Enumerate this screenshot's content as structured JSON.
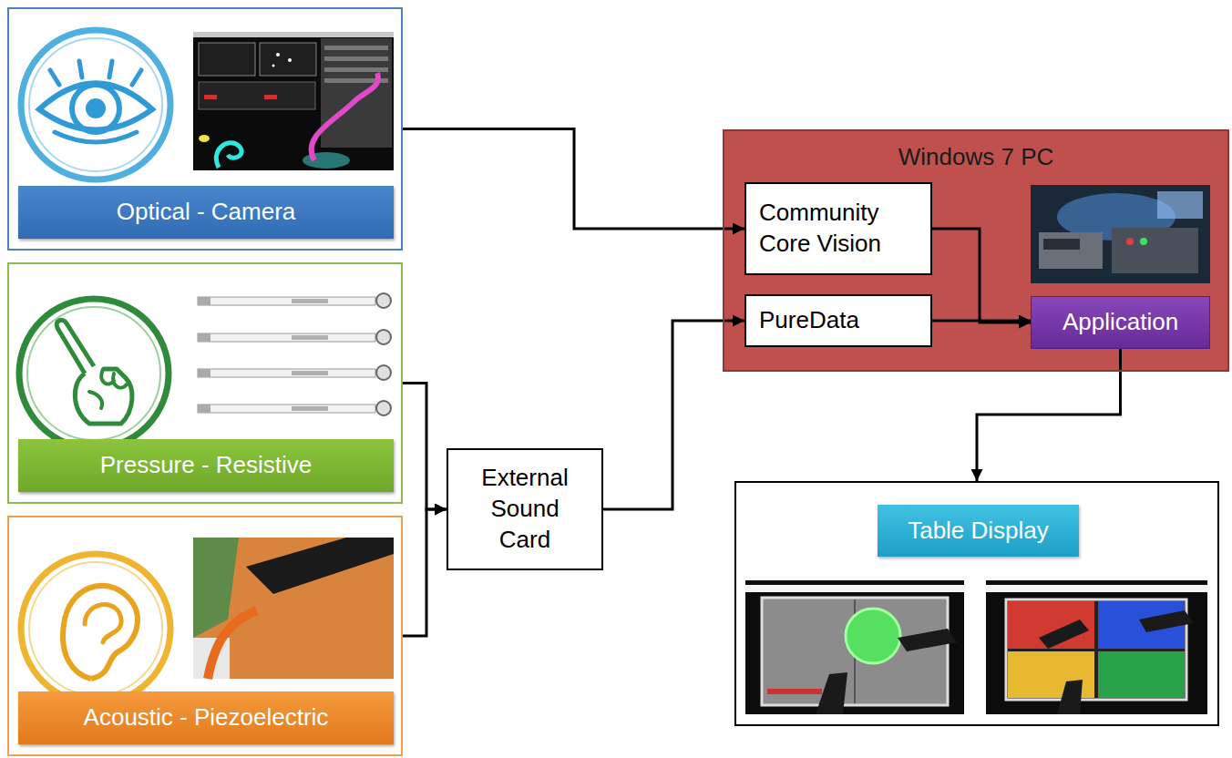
{
  "diagram": {
    "nodes": [
      {
        "text": [
          "Optical - Camera"
        ]
      },
      {
        "text": [
          "Pressure - Resistive"
        ]
      },
      {
        "text": [
          "Acoustic - Piezoelectric"
        ]
      },
      {
        "text": [
          "External Sound Card"
        ]
      },
      {
        "text": [
          "Windows 7 PC"
        ]
      },
      {
        "text": [
          "Community Core Vision"
        ],
        "in": 4
      },
      {
        "text": [
          "PureData"
        ],
        "in": 4
      },
      {
        "text": [
          "Application"
        ],
        "in": 4
      },
      {
        "text": [
          "Table Display"
        ]
      }
    ],
    "edges": [
      {
        "from": 0,
        "to": 5,
        "arrow": "to"
      },
      {
        "from": 1,
        "to": 3,
        "arrow": "to"
      },
      {
        "from": 2,
        "to": 3,
        "arrow": "to"
      },
      {
        "from": 3,
        "to": 6,
        "arrow": "to"
      },
      {
        "from": 5,
        "to": 7,
        "arrow": "to"
      },
      {
        "from": 6,
        "to": 7,
        "arrow": "to"
      },
      {
        "from": 7,
        "to": 8,
        "arrow": "to"
      }
    ]
  }
}
